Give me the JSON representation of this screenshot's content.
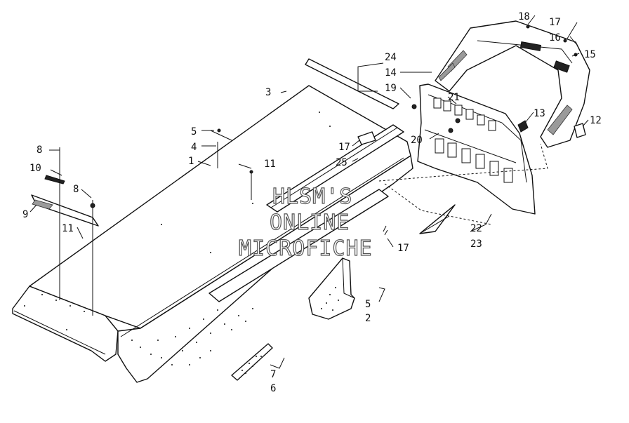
{
  "callouts": {
    "c1": "1",
    "c2": "2",
    "c3": "3",
    "c4": "4",
    "c5a": "5",
    "c5b": "5",
    "c6": "6",
    "c7": "7",
    "c8a": "8",
    "c8b": "8",
    "c9": "9",
    "c10": "10",
    "c11a": "11",
    "c11b": "11",
    "c12": "12",
    "c13": "13",
    "c14": "14",
    "c15": "15",
    "c16": "16",
    "c17a": "17",
    "c17b": "17",
    "c17c": "17",
    "c18": "18",
    "c19": "19",
    "c20": "20",
    "c21": "21",
    "c22": "22",
    "c23": "23",
    "c24": "24",
    "c25": "25"
  },
  "watermark": {
    "line1": "HLSM'S",
    "line2": "ONLINE",
    "line3": "MICROFICHE"
  },
  "colors": {
    "line": "#111111",
    "background": "#ffffff",
    "watermark_outline": "#555555"
  }
}
